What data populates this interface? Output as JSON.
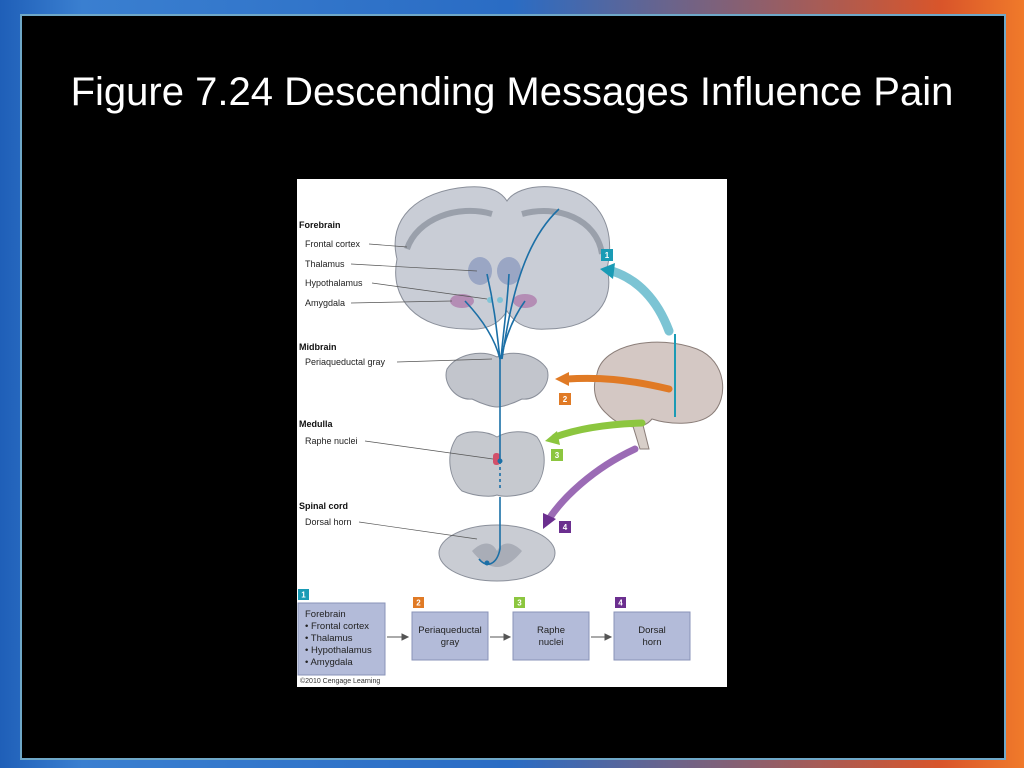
{
  "slide": {
    "title": "Figure 7.24 Descending Messages Influence Pain"
  },
  "figure": {
    "sections": {
      "forebrain": "Forebrain",
      "midbrain": "Midbrain",
      "medulla": "Medulla",
      "spinal_cord": "Spinal cord"
    },
    "labels": {
      "frontal_cortex": "Frontal cortex",
      "thalamus": "Thalamus",
      "hypothalamus": "Hypothalamus",
      "amygdala": "Amygdala",
      "periaqueductal_gray": "Periaqueductal gray",
      "raphe_nuclei": "Raphe nuclei",
      "dorsal_horn": "Dorsal horn"
    },
    "steps": [
      {
        "num": "1",
        "color": "#1a9bb5"
      },
      {
        "num": "2",
        "color": "#e07a25"
      },
      {
        "num": "3",
        "color": "#8cc63f"
      },
      {
        "num": "4",
        "color": "#6b2f8f"
      }
    ],
    "boxes": {
      "box1_lines": [
        "Forebrain",
        "• Frontal cortex",
        "• Thalamus",
        "• Hypothalamus",
        "• Amygdala"
      ],
      "box2_lines": [
        "Periaqueductal",
        "gray"
      ],
      "box3_lines": [
        "Raphe",
        "nuclei"
      ],
      "box4_lines": [
        "Dorsal",
        "horn"
      ]
    },
    "copyright": "©2010 Cengage Learning",
    "pathway_color": "#1b6fa6"
  }
}
